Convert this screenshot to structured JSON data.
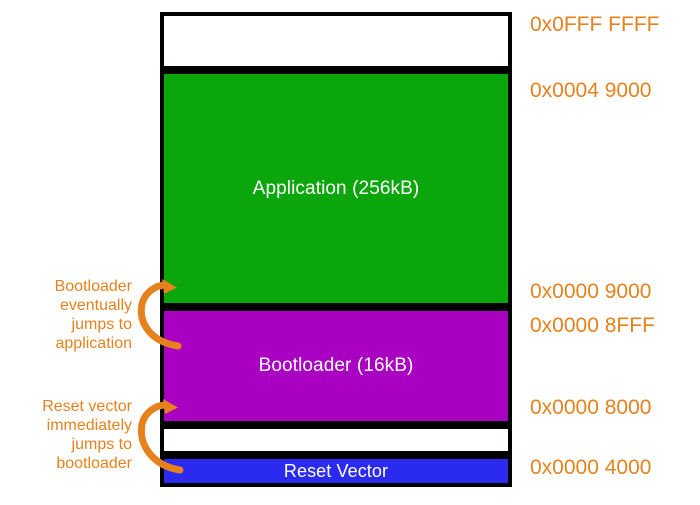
{
  "diagram": {
    "title": "Flash memory map with bootloader and application regions",
    "colors": {
      "application": "#0ba60b",
      "bootloader": "#a900c1",
      "reset_vector": "#2b2bf0",
      "empty": "#ffffff",
      "border": "#000000",
      "annotation": "#e5821e"
    },
    "blocks": [
      {
        "id": "empty-top",
        "label": "",
        "fill": "#ffffff"
      },
      {
        "id": "application",
        "label": "Application (256kB)",
        "fill": "#0ba60b"
      },
      {
        "id": "bootloader",
        "label": "Bootloader (16kB)",
        "fill": "#a900c1"
      },
      {
        "id": "empty-gap",
        "label": "",
        "fill": "#ffffff"
      },
      {
        "id": "reset-vector",
        "label": "Reset Vector",
        "fill": "#2b2bf0"
      }
    ],
    "addresses": [
      {
        "id": "top-of-flash",
        "text": "0x0FFF FFFF"
      },
      {
        "id": "application-end",
        "text": "0x0004 9000"
      },
      {
        "id": "application-start",
        "text": "0x0000 9000"
      },
      {
        "id": "bootloader-end",
        "text": "0x0000 8FFF"
      },
      {
        "id": "bootloader-start",
        "text": "0x0000 8000"
      },
      {
        "id": "reset-vector-start",
        "text": "0x0000 4000"
      }
    ],
    "notes": [
      {
        "id": "bootloader-jump",
        "text": "Bootloader\neventually\njumps to\napplication"
      },
      {
        "id": "reset-jump",
        "text": "Reset vector\nimmediately\njumps to\nbootloader"
      }
    ]
  }
}
